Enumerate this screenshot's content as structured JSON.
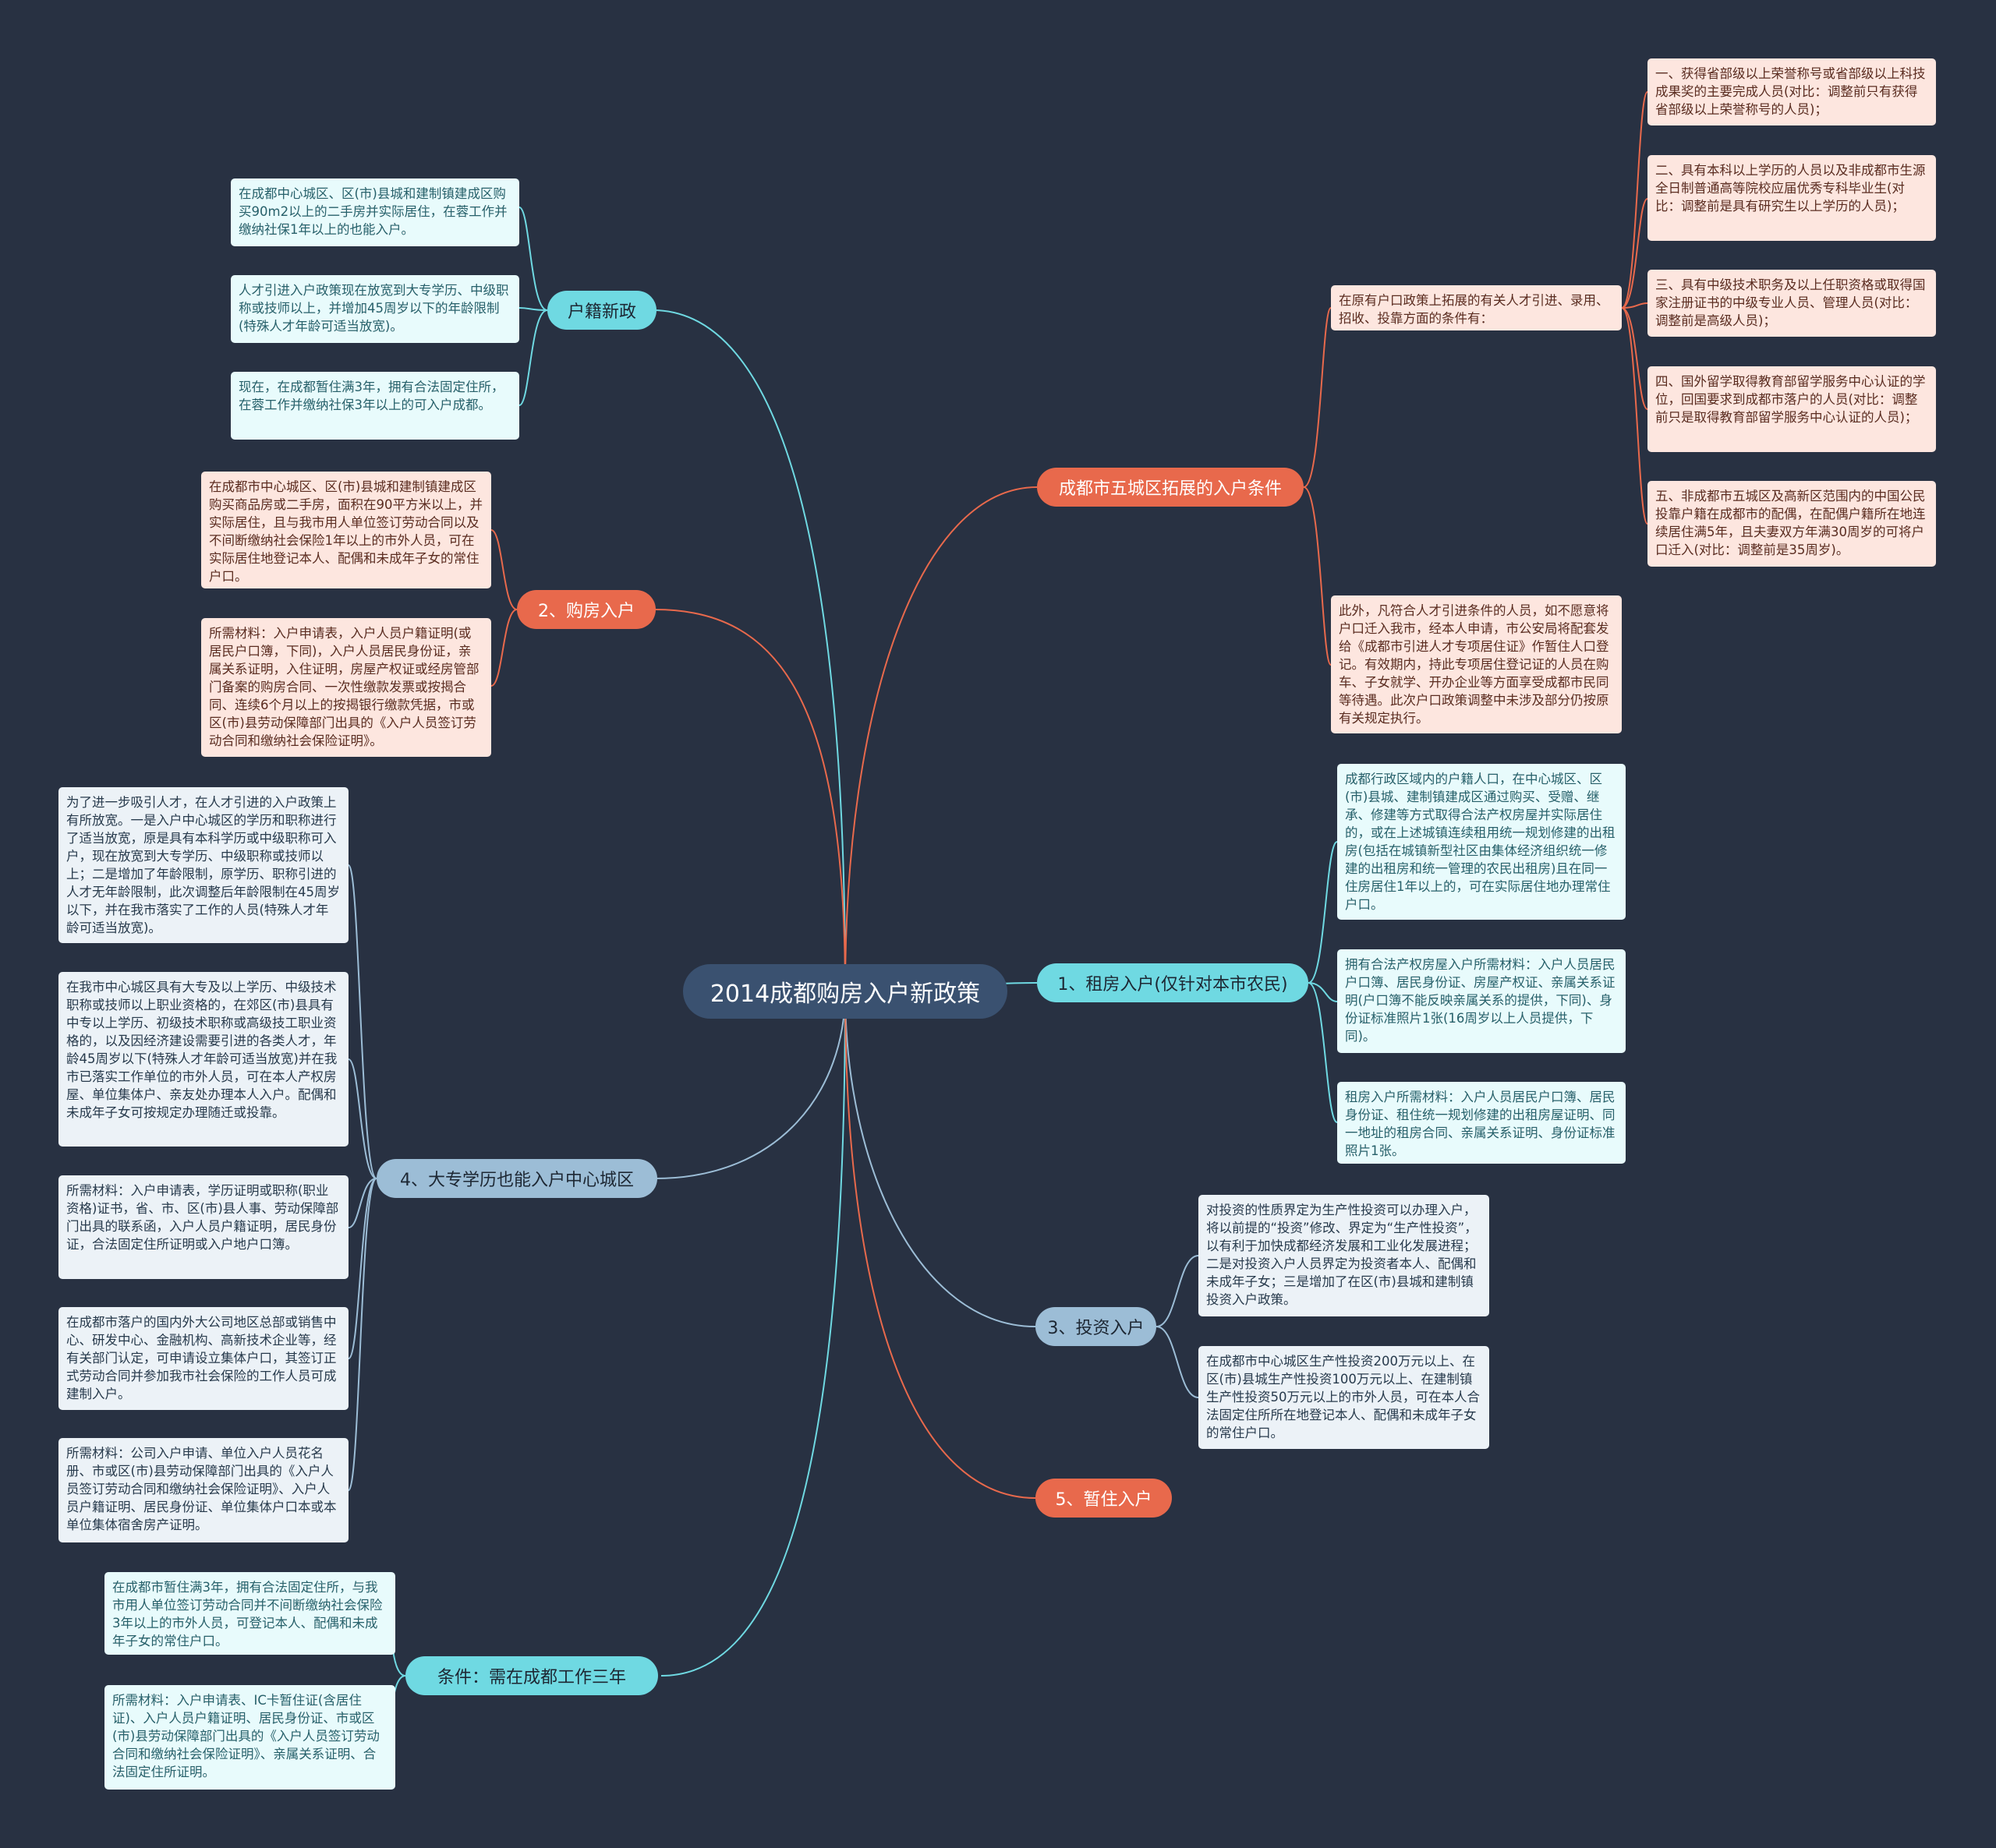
{
  "colors": {
    "background": "#283142",
    "root": "#3a5170",
    "cyan": "#6fd9e2",
    "orange": "#e8694c",
    "blue": "#9cbdd6"
  },
  "root": {
    "label": "2014成都购房入户新政策"
  },
  "branches": {
    "huji": {
      "label": "户籍新政",
      "leaves": [
        "在成都中心城区、区(市)县城和建制镇建成区购买90m2以上的二手房并实际居住，在蓉工作并缴纳社保1年以上的也能入户。",
        "人才引进入户政策现在放宽到大专学历、中级职称或技师以上，并增加45周岁以下的年龄限制(特殊人才年龄可适当放宽)。",
        "现在，在成都暂住满3年，拥有合法固定住所，在蓉工作并缴纳社保3年以上的可入户成都。"
      ]
    },
    "goufang": {
      "label": "2、购房入户",
      "leaves": [
        "在成都市中心城区、区(市)县城和建制镇建成区购买商品房或二手房，面积在90平方米以上，并实际居住，且与我市用人单位签订劳动合同以及不间断缴纳社会保险1年以上的市外人员，可在实际居住地登记本人、配偶和未成年子女的常住户口。",
        "所需材料：入户申请表，入户人员户籍证明(或居民户口簿，下同)，入户人员居民身份证，亲属关系证明，入住证明，房屋产权证或经房管部门备案的购房合同、一次性缴款发票或按揭合同、连续6个月以上的按揭银行缴款凭据，市或区(市)县劳动保障部门出具的《入户人员签订劳动合同和缴纳社会保险证明》。"
      ]
    },
    "dazhuan": {
      "label": "4、大专学历也能入户中心城区",
      "leaves": [
        "为了进一步吸引人才，在人才引进的入户政策上有所放宽。一是入户中心城区的学历和职称进行了适当放宽，原是具有本科学历或中级职称可入户，现在放宽到大专学历、中级职称或技师以上；二是增加了年龄限制，原学历、职称引进的人才无年龄限制，此次调整后年龄限制在45周岁以下，并在我市落实了工作的人员(特殊人才年龄可适当放宽)。",
        "在我市中心城区具有大专及以上学历、中级技术职称或技师以上职业资格的，在郊区(市)县具有中专以上学历、初级技术职称或高级技工职业资格的，以及因经济建设需要引进的各类人才，年龄45周岁以下(特殊人才年龄可适当放宽)并在我市已落实工作单位的市外人员，可在本人产权房屋、单位集体户、亲友处办理本人入户。配偶和未成年子女可按规定办理随迁或投靠。",
        "所需材料：入户申请表，学历证明或职称(职业资格)证书，省、市、区(市)县人事、劳动保障部门出具的联系函，入户人员户籍证明，居民身份证，合法固定住所证明或入户地户口簿。",
        "在成都市落户的国内外大公司地区总部或销售中心、研发中心、金融机构、高新技术企业等，经有关部门认定，可申请设立集体户口，其签订正式劳动合同并参加我市社会保险的工作人员可成建制入户。",
        "所需材料：公司入户申请、单位入户人员花名册、市或区(市)县劳动保障部门出具的《入户人员签订劳动合同和缴纳社会保险证明》、入户人员户籍证明、居民身份证、单位集体户口本或本单位集体宿舍房产证明。"
      ]
    },
    "tiaojian": {
      "label": "条件：需在成都工作三年",
      "leaves": [
        "在成都市暂住满3年，拥有合法固定住所，与我市用人单位签订劳动合同并不间断缴纳社会保险3年以上的市外人员，可登记本人、配偶和未成年子女的常住户口。",
        "所需材料：入户申请表、IC卡暂住证(含居住证)、入户人员户籍证明、居民身份证、市或区(市)县劳动保障部门出具的《入户人员签订劳动合同和缴纳社会保险证明》、亲属关系证明、合法固定住所证明。"
      ]
    },
    "wucheng": {
      "label": "成都市五城区拓展的入户条件",
      "sub_label": "在原有户口政策上拓展的有关人才引进、录用、招收、投靠方面的条件有：",
      "sub_leaves": [
        "一、获得省部级以上荣誉称号或省部级以上科技成果奖的主要完成人员(对比：调整前只有获得省部级以上荣誉称号的人员)；",
        "二、具有本科以上学历的人员以及非成都市生源全日制普通高等院校应届优秀专科毕业生(对比：调整前是具有研究生以上学历的人员)；",
        "三、具有中级技术职务及以上任职资格或取得国家注册证书的中级专业人员、管理人员(对比：调整前是高级人员)；",
        "四、国外留学取得教育部留学服务中心认证的学位，回国要求到成都市落户的人员(对比：调整前只是取得教育部留学服务中心认证的人员)；",
        "五、非成都市五城区及高新区范围内的中国公民投靠户籍在成都市的配偶，在配偶户籍所在地连续居住满5年，且夫妻双方年满30周岁的可将户口迁入(对比：调整前是35周岁)。"
      ],
      "extra": "此外，凡符合人才引进条件的人员，如不愿意将户口迁入我市，经本人申请，市公安局将配套发给《成都市引进人才专项居住证》作暂住人口登记。有效期内，持此专项居住登记证的人员在购车、子女就学、开办企业等方面享受成都市民同等待遇。此次户口政策调整中未涉及部分仍按原有关规定执行。"
    },
    "zufang": {
      "label": "1、租房入户(仅针对本市农民)",
      "leaves": [
        "成都行政区域内的户籍人口，在中心城区、区(市)县城、建制镇建成区通过购买、受赠、继承、修建等方式取得合法产权房屋并实际居住的，或在上述城镇连续租用统一规划修建的出租房(包括在城镇新型社区由集体经济组织统一修建的出租房和统一管理的农民出租房)且在同一住房居住1年以上的，可在实际居住地办理常住户口。",
        "拥有合法产权房屋入户所需材料：入户人员居民户口簿、居民身份证、房屋产权证、亲属关系证明(户口簿不能反映亲属关系的提供，下同)、身份证标准照片1张(16周岁以上人员提供，下同)。",
        "租房入户所需材料：入户人员居民户口簿、居民身份证、租住统一规划修建的出租房屋证明、同一地址的租房合同、亲属关系证明、身份证标准照片1张。"
      ]
    },
    "touzi": {
      "label": "3、投资入户",
      "leaves": [
        "对投资的性质界定为生产性投资可以办理入户，将以前提的“投资”修改、界定为“生产性投资”，以有利于加快成都经济发展和工业化发展进程；二是对投资入户人员界定为投资者本人、配偶和未成年子女；三是增加了在区(市)县城和建制镇投资入户政策。",
        "在成都市中心城区生产性投资200万元以上、在区(市)县城生产性投资100万元以上、在建制镇生产性投资50万元以上的市外人员，可在本人合法固定住所所在地登记本人、配偶和未成年子女的常住户口。"
      ]
    },
    "zanzhu": {
      "label": "5、暂住入户"
    }
  }
}
